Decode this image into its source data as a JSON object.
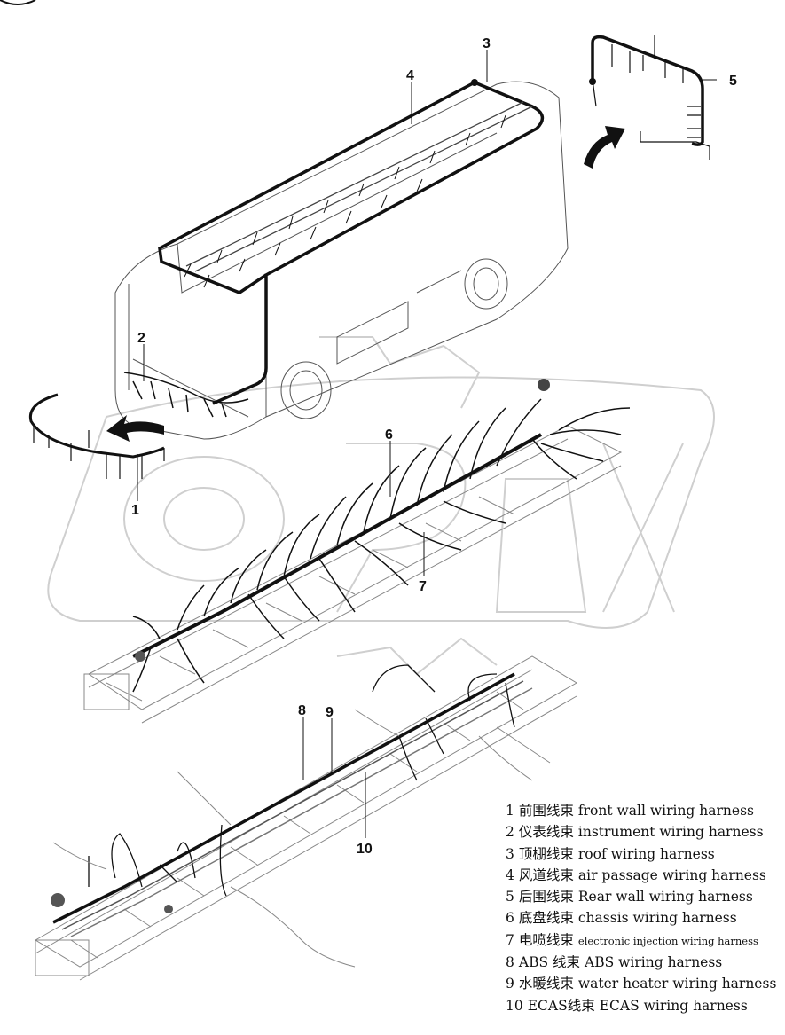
{
  "watermark_text": "ORAX",
  "callouts": [
    "1",
    "2",
    "3",
    "4",
    "5",
    "6",
    "7",
    "8",
    "9",
    "10"
  ],
  "legend": [
    {
      "num": "1",
      "zh": "前围线束",
      "en": "front wall wiring harness"
    },
    {
      "num": "2",
      "zh": "仪表线束",
      "en": "instrument wiring harness"
    },
    {
      "num": "3",
      "zh": "顶棚线束",
      "en": "roof  wiring harness"
    },
    {
      "num": "4",
      "zh": "风道线束",
      "en": "air passage wiring harness"
    },
    {
      "num": "5",
      "zh": "后围线束",
      "en": "Rear wall wiring harness"
    },
    {
      "num": "6",
      "zh": "底盘线束",
      "en": "chassis wiring harness"
    },
    {
      "num": "7",
      "zh": "电喷线束",
      "en": "electronic injection wiring harness"
    },
    {
      "num": "8",
      "zh": "ABS 线束",
      "en": "ABS wiring harness"
    },
    {
      "num": "9",
      "zh": "水暖线束",
      "en": "water heater wiring harness"
    },
    {
      "num": "10",
      "zh": "ECAS线束",
      "en": "ECAS wiring harness"
    }
  ],
  "colors": {
    "line": "#222222",
    "harness": "#111111",
    "watermark": "#cfcfcf",
    "frame": "#888888"
  }
}
